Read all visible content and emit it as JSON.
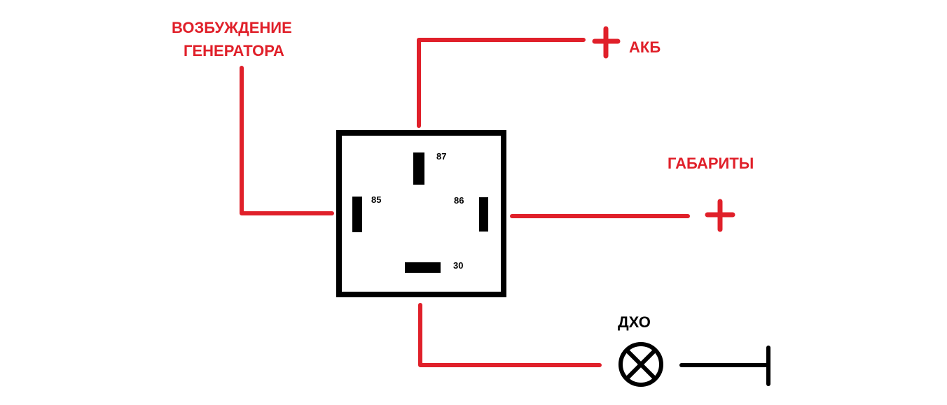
{
  "labels": {
    "excitation_line1": "ВОЗБУЖДЕНИЕ",
    "excitation_line2": "ГЕНЕРАТОРА",
    "battery": "АКБ",
    "parking_lights": "ГАБАРИТЫ",
    "drl": "ДХО"
  },
  "pins": {
    "p87": "87",
    "p85": "85",
    "p86": "86",
    "p30": "30"
  },
  "colors": {
    "wire": "#e0202a",
    "relay": "#000000"
  }
}
